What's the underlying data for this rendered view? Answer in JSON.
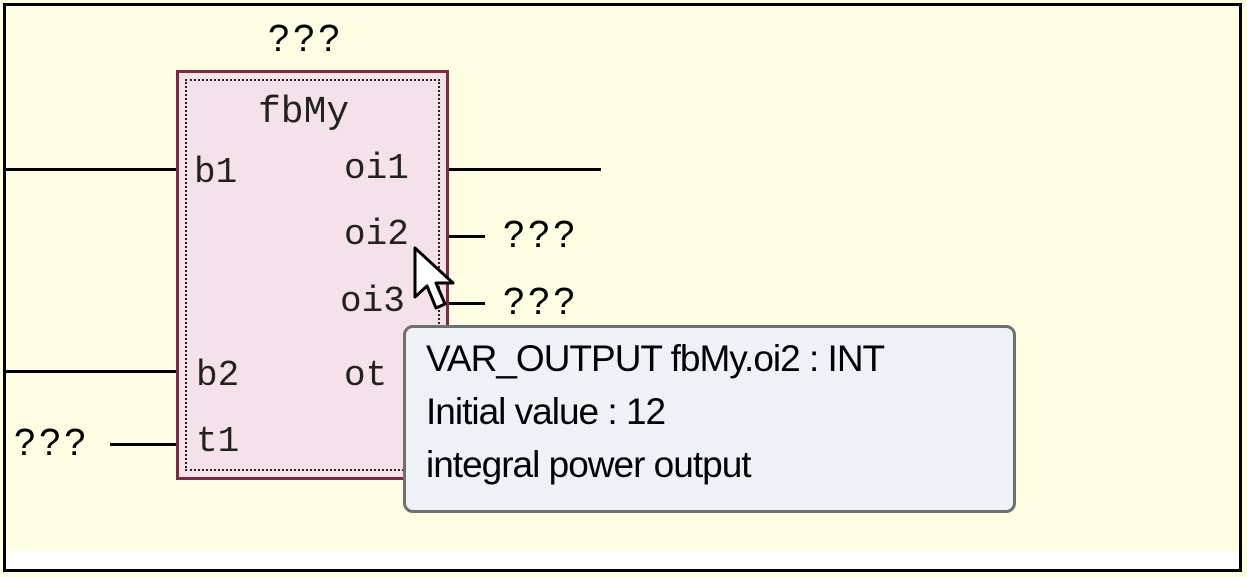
{
  "block": {
    "instance_label": "???",
    "name": "fbMy",
    "inputs": [
      {
        "label": "b1"
      },
      {
        "label": "b2"
      },
      {
        "label": "t1",
        "connected_value": "???"
      }
    ],
    "outputs": [
      {
        "label": "oi1"
      },
      {
        "label": "oi2",
        "connected_value": "???"
      },
      {
        "label": "oi3",
        "connected_value": "???"
      },
      {
        "label": "ot"
      }
    ]
  },
  "tooltip": {
    "line1": "VAR_OUTPUT fbMy.oi2 : INT",
    "line2": "Initial value : 12",
    "line3": "integral power output"
  },
  "colors": {
    "canvas": "#fefee2",
    "block_fill": "#f5e1ea",
    "block_border": "#7a2a44",
    "tooltip_fill": "#eef1f6",
    "tooltip_border": "#6f6f6f"
  },
  "cursor": "arrow-pointer-icon"
}
